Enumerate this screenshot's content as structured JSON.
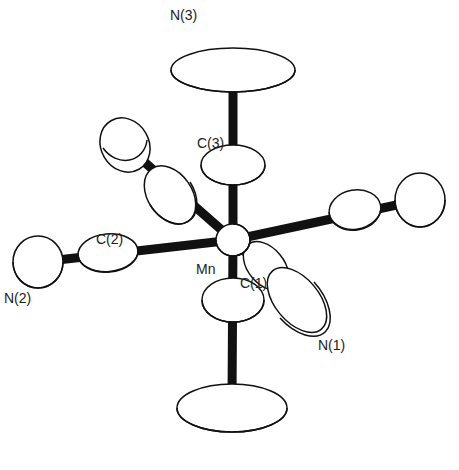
{
  "diagram": {
    "labels": [
      "N(3)",
      "C(3)",
      "Mn",
      "N(2)",
      "C(2)",
      "C(1)",
      "N(1)"
    ]
  }
}
